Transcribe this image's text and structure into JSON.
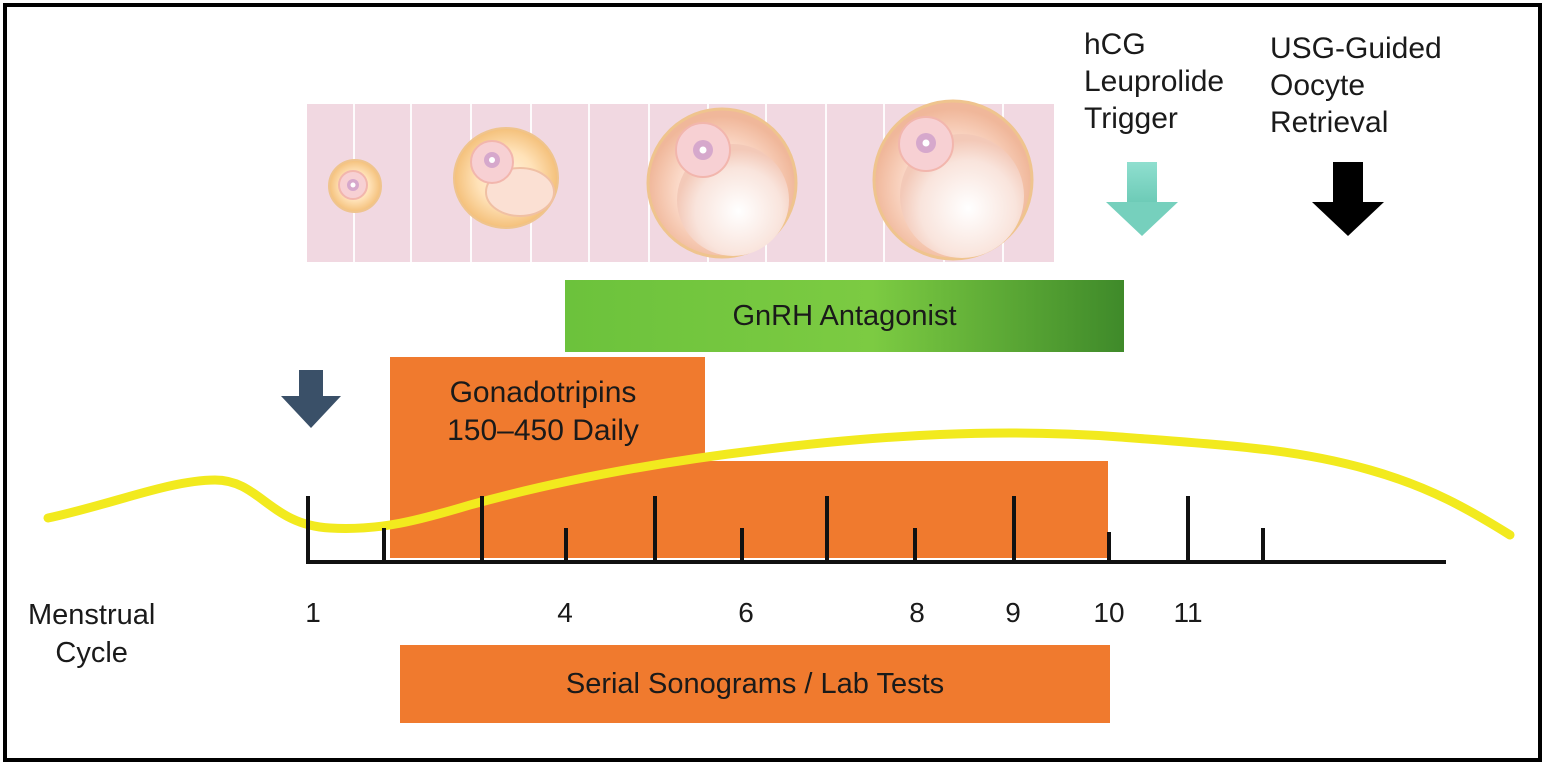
{
  "labels": {
    "trigger": "hCG\nLeuprolide\nTrigger",
    "retrieval": "USG-Guided\nOocyte\nRetrieval",
    "antagonist": "GnRH Antagonist",
    "gonadotropins": "Gonadotripins\n150–450 Daily",
    "monitoring": "Serial Sonograms / Lab Tests",
    "cycle": "Menstrual\nCycle"
  },
  "day_ticks": [
    "1",
    "4",
    "6",
    "8",
    "9",
    "10",
    "11"
  ],
  "colors": {
    "orange": "#f07a2e",
    "green": "#72c43f",
    "yellow_curve": "#f2ea1e",
    "teal_arrow": "#7fd6c4",
    "navy_arrow": "#3a5068",
    "black_arrow": "#000000",
    "follicle_panel": "#f1d8e1"
  },
  "icons": [
    "down-arrow-icon-teal",
    "down-arrow-icon-black",
    "down-arrow-icon-navy",
    "follicle-icon"
  ]
}
